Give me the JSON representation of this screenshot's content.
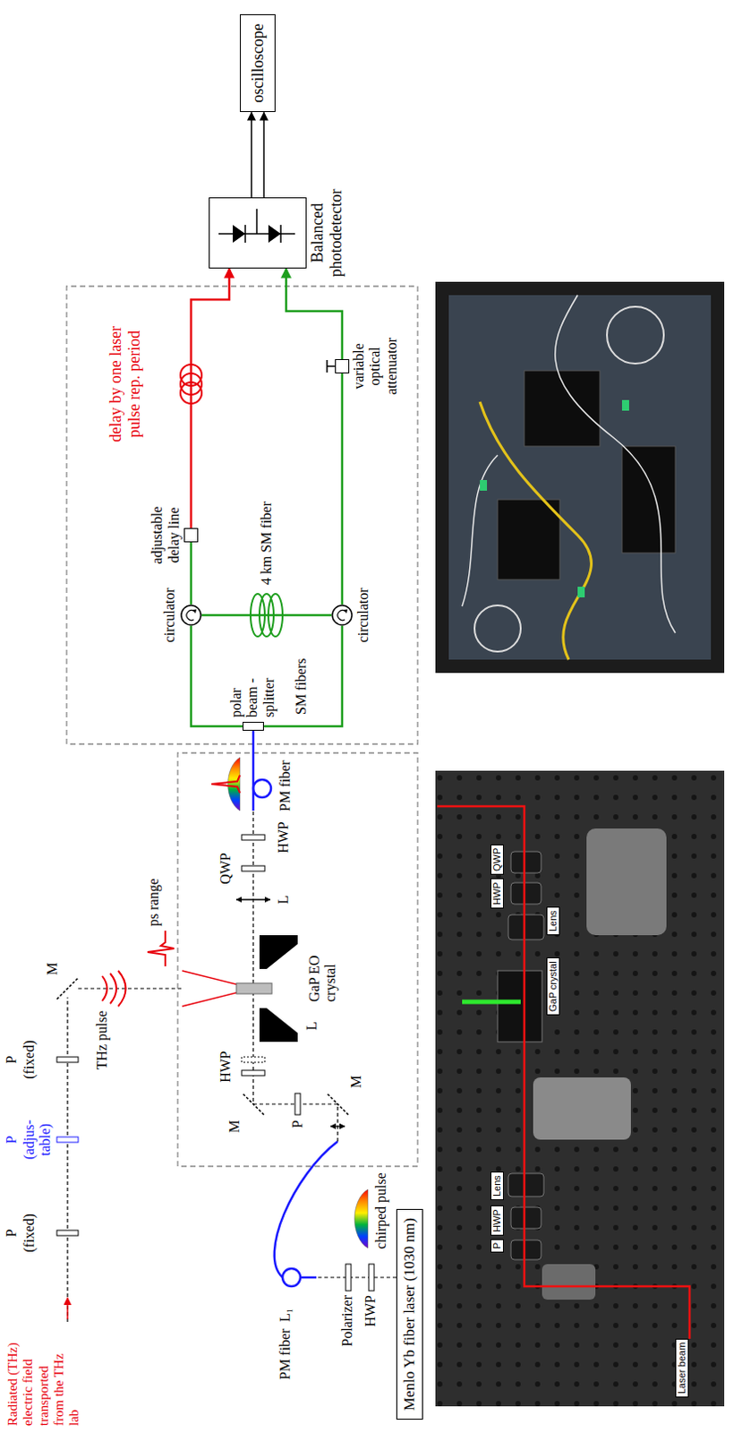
{
  "diagram": {
    "nodes": [
      {
        "text": [
          "Menlo Yb fiber laser (1030 nm)"
        ]
      },
      {
        "text": [
          "polar beam -splitter"
        ]
      },
      {
        "text": [
          "circulator"
        ]
      },
      {
        "text": [
          "circulator"
        ]
      },
      {
        "text": [
          "adjustable delay line"
        ]
      },
      {
        "text": [
          "variable optical attenuator"
        ]
      },
      {
        "text": [
          "Balanced photodetector"
        ]
      },
      {
        "text": [
          "oscilloscope"
        ]
      }
    ],
    "edges": [
      {
        "from": 1,
        "to": 2,
        "arrow": "none"
      },
      {
        "from": 1,
        "to": 3,
        "arrow": "none"
      },
      {
        "from": 2,
        "to": 3,
        "arrow": "none",
        "label": "4 km SM fiber"
      },
      {
        "from": 2,
        "to": 4,
        "arrow": "none"
      },
      {
        "from": 4,
        "to": 6,
        "arrow": "to",
        "label": "delay by one laser pulse rep. period"
      },
      {
        "from": 3,
        "to": 5,
        "arrow": "none"
      },
      {
        "from": 5,
        "to": 6,
        "arrow": "to"
      },
      {
        "from": 6,
        "to": 7,
        "arrow": "to"
      },
      {
        "from": 6,
        "to": 7,
        "arrow": "to"
      }
    ],
    "labels": [
      "Radiated (THz) electric field transported from the THz lab",
      "P",
      "P",
      "P",
      "(fixed)",
      "(adjus- table)",
      "(fixed)",
      "M",
      "THz pulse",
      "ps range",
      "PM fiber",
      "L₁",
      "Polarizer",
      "HWP",
      "chirped pulse",
      "M",
      "P",
      "M",
      "HWP",
      "L",
      "GaP EO crystal",
      "L",
      "QWP",
      "HWP",
      "PM fiber",
      "SM fibers",
      "Laser beam",
      "P",
      "HWP",
      "Lens",
      "GaP crystal",
      "Lens",
      "HWP",
      "QWP"
    ]
  }
}
